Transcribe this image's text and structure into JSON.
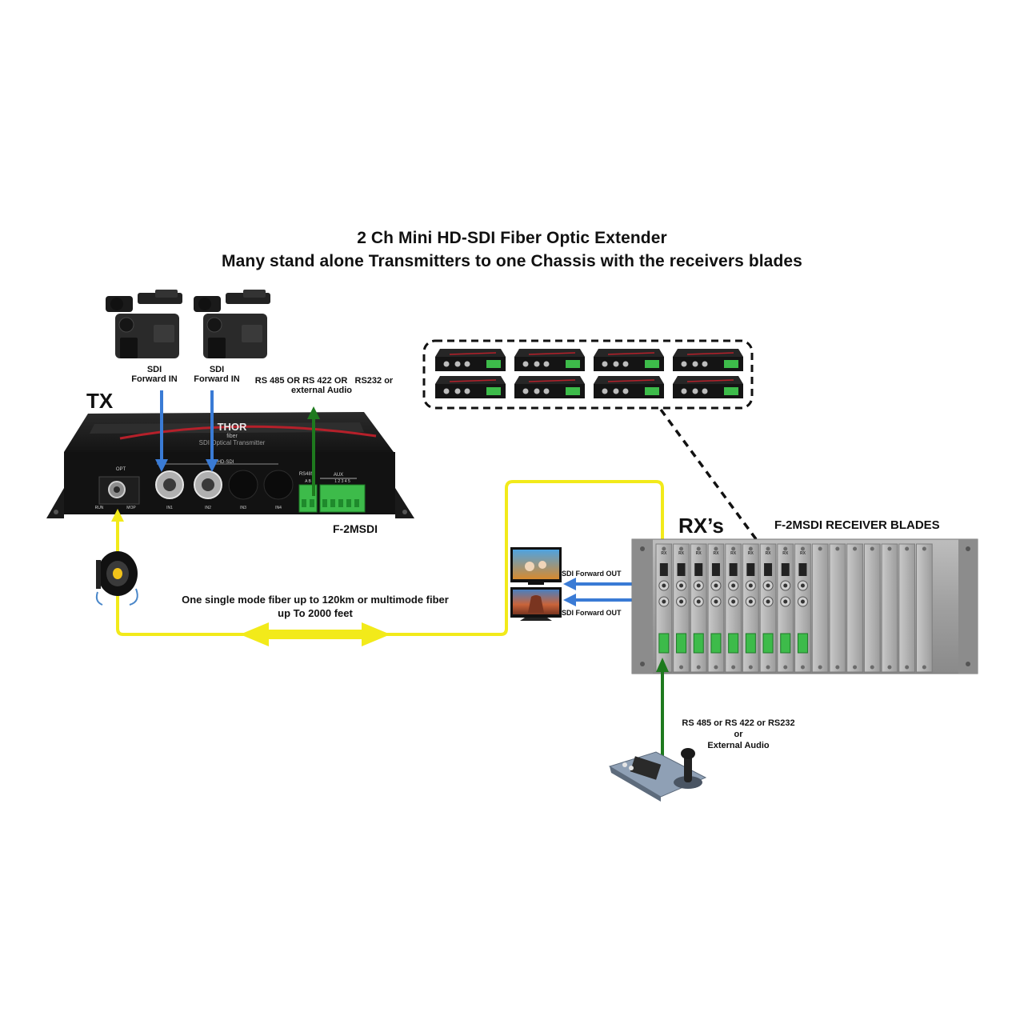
{
  "titles": {
    "line1": "2 Ch Mini HD-SDI Fiber Optic Extender",
    "line2": "Many stand alone Transmitters to one Chassis with the receivers blades"
  },
  "labels": {
    "tx": "TX",
    "rx": "RX’s",
    "cam1_line1": "SDI",
    "cam1_line2": "Forward IN",
    "cam2_line1": "SDI",
    "cam2_line2": "Forward IN",
    "aux_line1": "RS 485 OR RS 422 OR   RS232 or",
    "aux_line2": "external Audio",
    "tx_model": "F-2MSDI",
    "rx_blades": "F-2MSDI RECEIVER BLADES",
    "fiber_line1": "One single mode fiber up to 120km or multimode fiber",
    "fiber_line2": "up To 2000 feet",
    "sdi_out_1": "SDI Forward OUT",
    "sdi_out_2": "SDI Forward OUT",
    "serial_line1": "RS 485 or RS 422 or RS232",
    "serial_line2": "or",
    "serial_line3": "External Audio"
  },
  "tx_panel": {
    "logo": "THOR",
    "logo_sub": "fiber",
    "device_name": "SDI Optical Transmitter",
    "port_opt": "OPT",
    "port_hdsdi": "HD-SDI",
    "port_rs485": "RS485",
    "port_aux": "AUX",
    "led_run": "RUN",
    "led_mop": "MOP",
    "port_in1": "IN1",
    "port_in2": "IN2",
    "port_in3": "IN3",
    "port_in4": "IN4",
    "rs485_pins": "A  B",
    "aux_pins": "1  2  3  4  5"
  },
  "rack": {
    "blade_label": "RX",
    "rx_blade_count": 9,
    "blank_blade_count": 7
  },
  "transmitter_array": {
    "rows": 2,
    "cols": 4
  },
  "colors": {
    "fiber": "#f2ea1a",
    "sdi_arrow": "#3a7bd5",
    "data_arrow": "#1e7a1e",
    "device_body": "#1c1c1c",
    "terminal_green": "#3dbb4a",
    "chassis": "#9a9a9a"
  }
}
